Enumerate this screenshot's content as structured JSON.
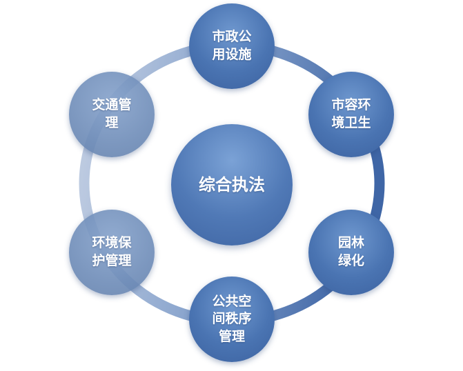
{
  "center": {
    "label": "综合执法"
  },
  "nodes": [
    {
      "label": "市政公\n用设施"
    },
    {
      "label": "市容环\n境卫生"
    },
    {
      "label": "园林\n绿化"
    },
    {
      "label": "公共空\n间秩序\n管理"
    },
    {
      "label": "环境保\n护管理"
    },
    {
      "label": "交通管\n理"
    }
  ],
  "colors": {
    "ring_light": "#c3cfe3",
    "ring_dark": "#3f66a6",
    "node_fill": "#4a74b2",
    "node_faded": "#7f9cc6",
    "text": "#ffffff"
  }
}
